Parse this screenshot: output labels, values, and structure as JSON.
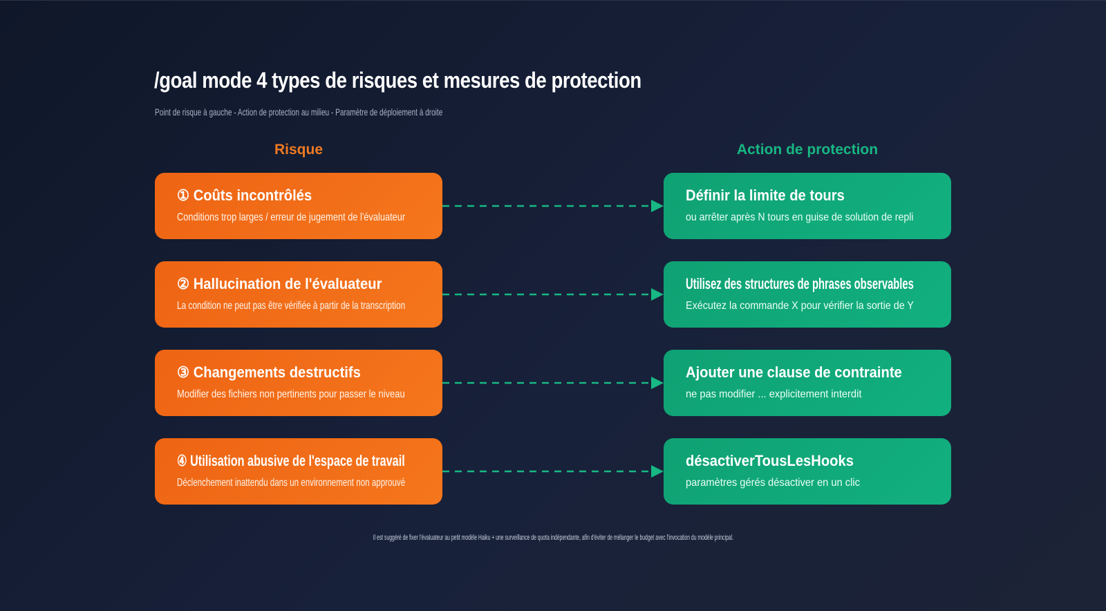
{
  "header": {
    "title": "/goal mode 4 types de risques et mesures de protection",
    "subtitle": "Point de risque à gauche - Action de protection au milieu - Paramètre de déploiement à droite"
  },
  "columns": {
    "risk_label": "Risque",
    "action_label": "Action de protection"
  },
  "rows": [
    {
      "risk_title": "① Coûts incontrôlés",
      "risk_desc": "Conditions trop larges / erreur de jugement de l'évaluateur",
      "action_title": "Définir la limite de tours",
      "action_desc": "ou arrêter après N tours en guise de solution de repli"
    },
    {
      "risk_title": "② Hallucination de l'évaluateur",
      "risk_desc": "La condition ne peut pas être vérifiée à partir de la transcription",
      "action_title": "Utilisez des structures de phrases observables",
      "action_desc": "Exécutez la commande X pour vérifier la sortie de Y"
    },
    {
      "risk_title": "③ Changements destructifs",
      "risk_desc": "Modifier des fichiers non pertinents pour passer le niveau",
      "action_title": "Ajouter une clause de contrainte",
      "action_desc": "ne pas modifier ... explicitement interdit"
    },
    {
      "risk_title": "④ Utilisation abusive de l'espace de travail",
      "risk_desc": "Déclenchement inattendu dans un environnement non approuvé",
      "action_title": "désactiverTousLesHooks",
      "action_desc": "paramètres gérés désactiver en un clic"
    }
  ],
  "footnote": "Il est suggéré de fixer l'évaluateur au petit modèle Haiku + une surveillance de quota indépendante, afin d'éviter de mélanger le budget avec l'invocation du modèle principal.",
  "colors": {
    "risk": "#f07a22",
    "action": "#17b883",
    "connector": "#17b883"
  }
}
